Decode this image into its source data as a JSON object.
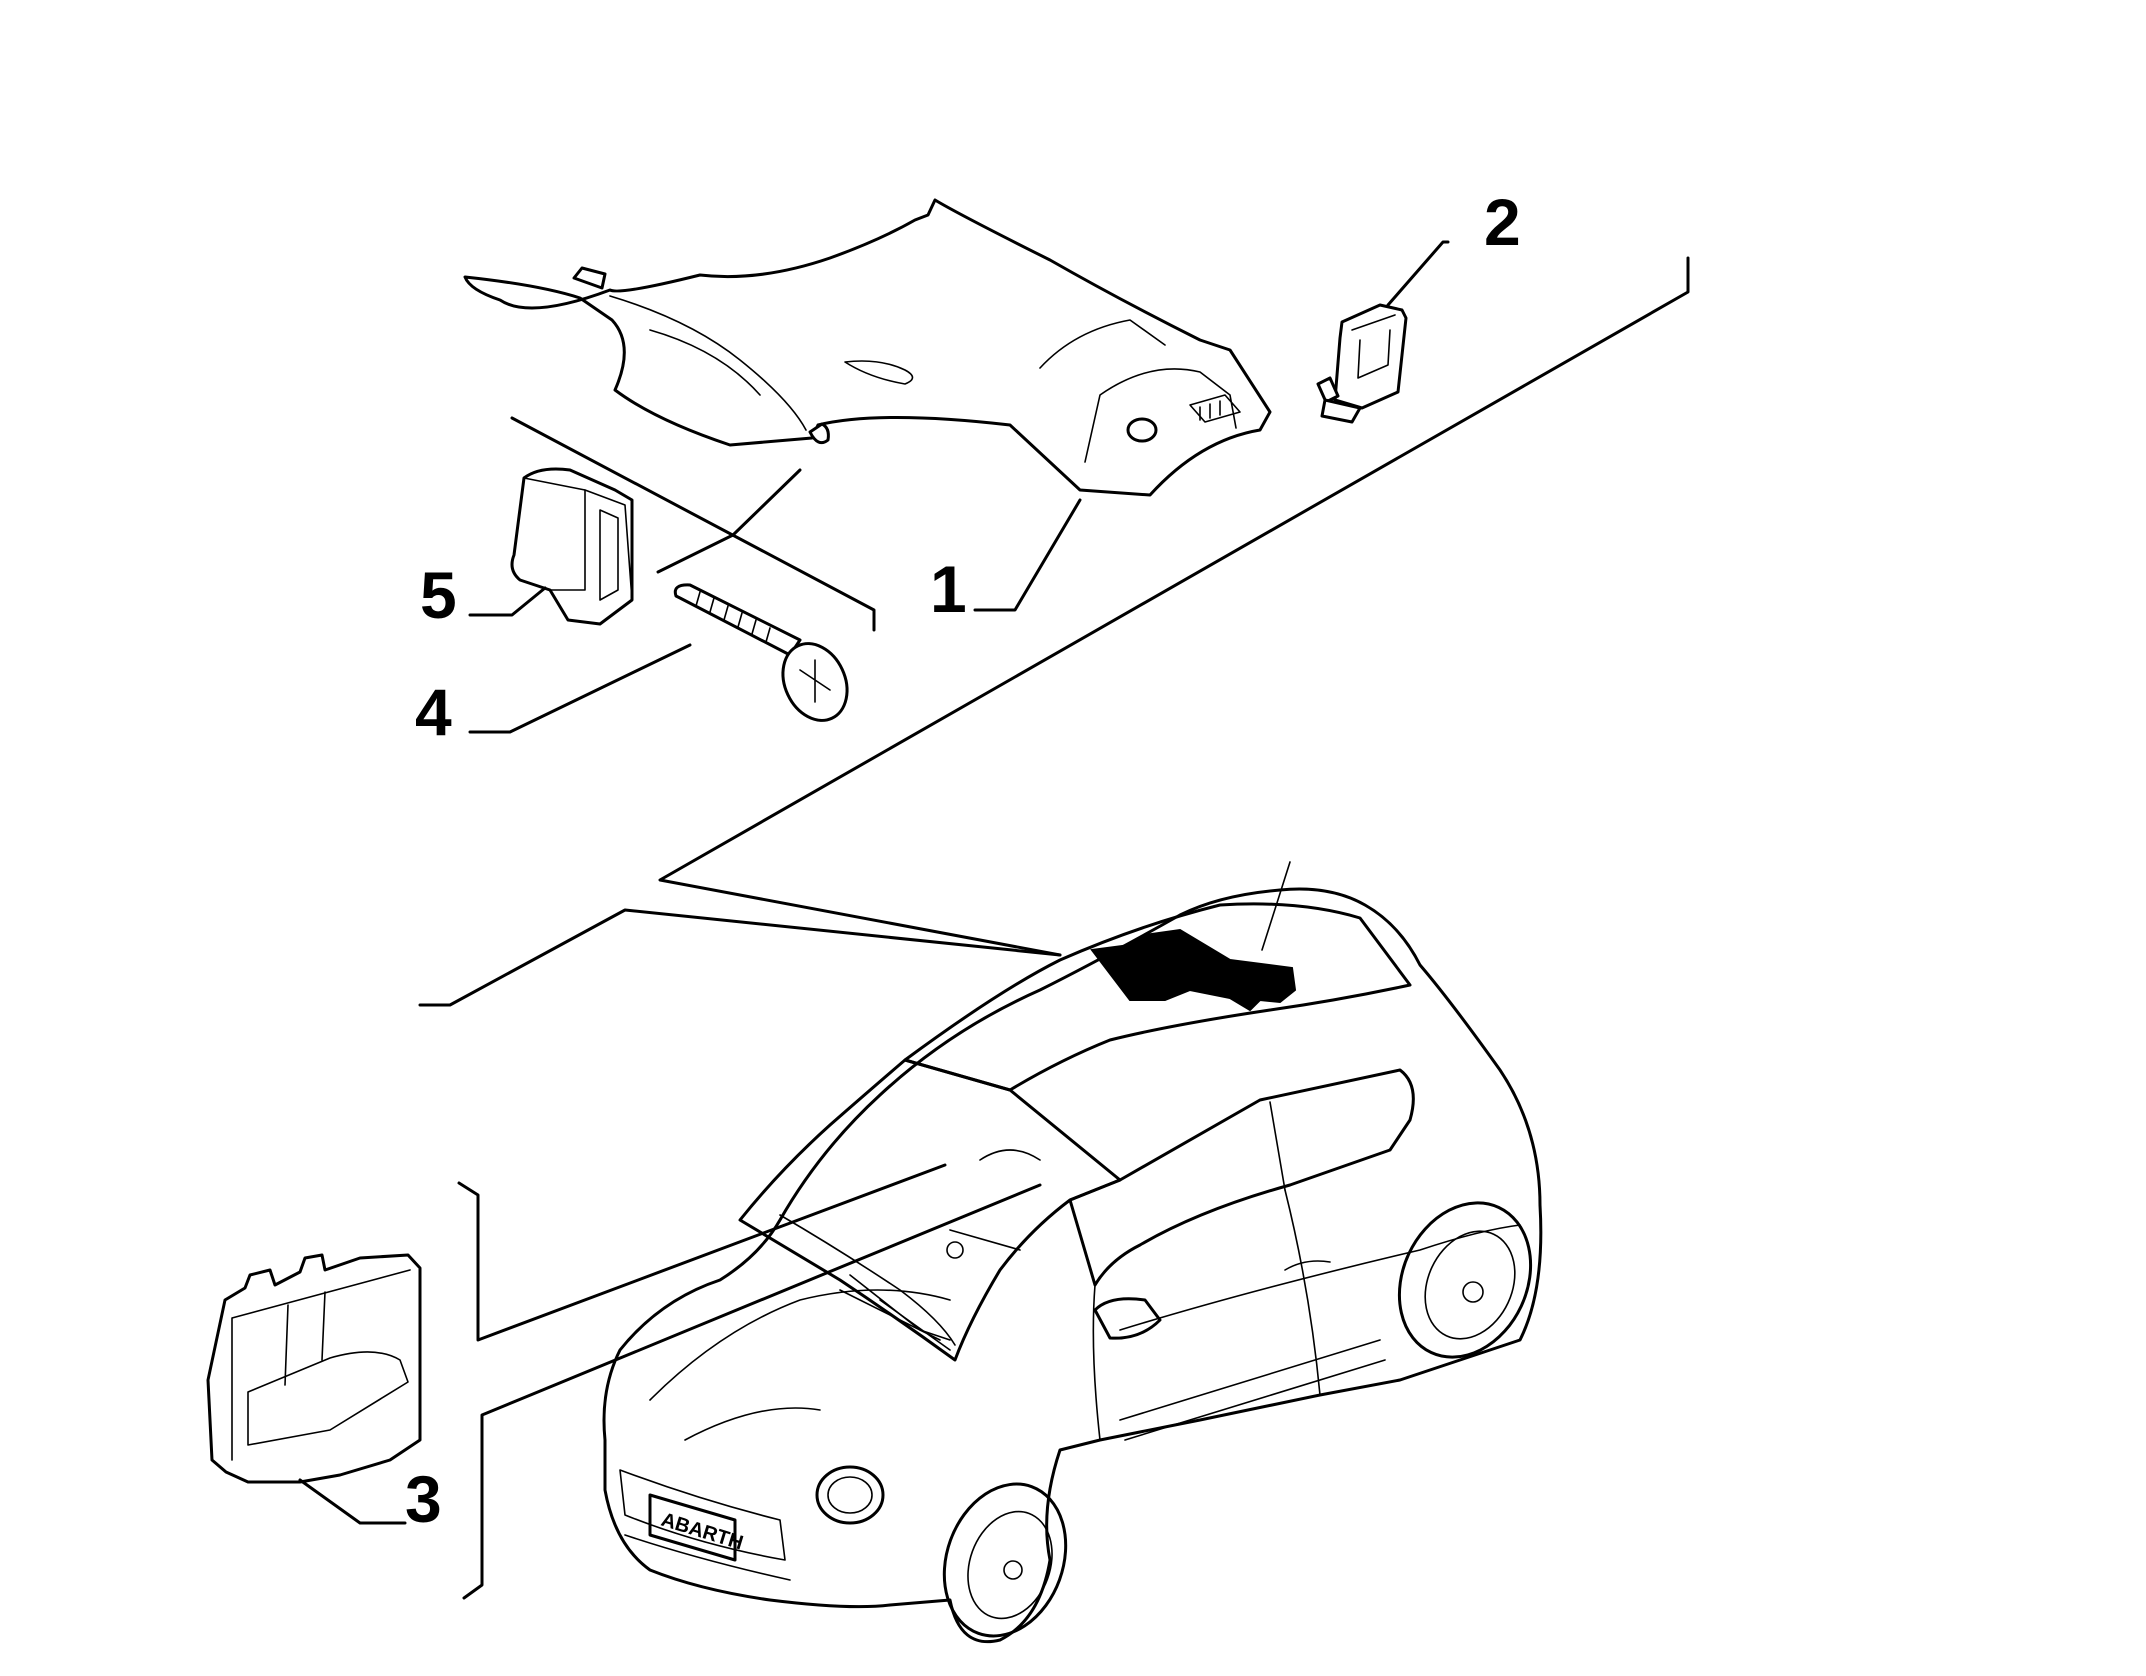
{
  "diagram": {
    "callouts": [
      {
        "id": "1",
        "label": "1"
      },
      {
        "id": "2",
        "label": "2"
      },
      {
        "id": "3",
        "label": "3"
      },
      {
        "id": "4",
        "label": "4"
      },
      {
        "id": "5",
        "label": "5"
      }
    ],
    "car_badge": "ABARTH",
    "colors": {
      "line": "#000000",
      "background": "#ffffff",
      "highlight": "#000000"
    }
  }
}
